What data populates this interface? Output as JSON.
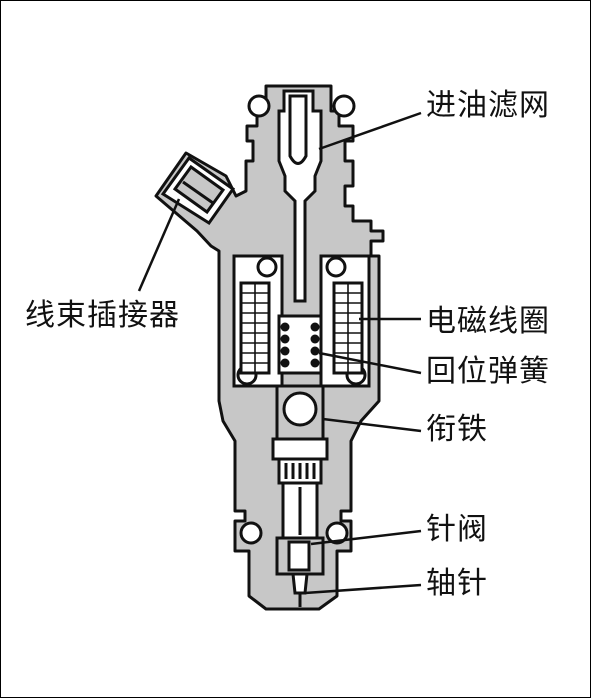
{
  "labels": {
    "inlet_filter": "进油滤网",
    "wiring_connector": "线束插接器",
    "solenoid_coil": "电磁线圈",
    "return_spring": "回位弹簧",
    "armature": "衔铁",
    "needle_valve": "针阀",
    "pintle": "轴针"
  },
  "colors": {
    "body_fill": "#c7c7c7",
    "outline": "#111111",
    "white": "#ffffff"
  }
}
